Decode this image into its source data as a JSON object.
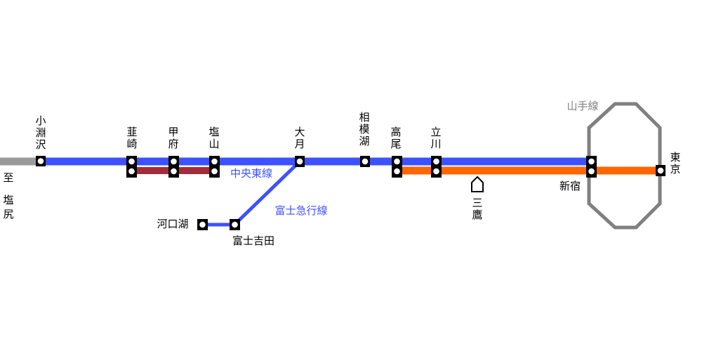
{
  "diagram": {
    "direction_to": "至",
    "direction_place": "塩尻",
    "lines": {
      "chuo_east": {
        "name": "中央東線",
        "color": "#3e51ff"
      },
      "fujikyu": {
        "name": "富士急行線",
        "color": "#3e51ff"
      },
      "yamanote": {
        "name": "山手線",
        "color": "#808080"
      },
      "chuo_rapid": {
        "color": "#ff6600"
      },
      "limited": {
        "color": "#a52a3a"
      },
      "beyond": {
        "color": "#9a9a9a"
      }
    },
    "stations": {
      "kobuchizawa": "小淵沢",
      "nirasaki": "韮崎",
      "kofu": "甲府",
      "enzan": "塩山",
      "otsuki": "大月",
      "sagamiko": "相模湖",
      "takao": "高尾",
      "tachikawa": "立川",
      "mitaka": "三鷹",
      "shinjuku": "新宿",
      "tokyo": "東京",
      "kawaguchiko": "河口湖",
      "fujiyoshida": "富士吉田"
    }
  }
}
